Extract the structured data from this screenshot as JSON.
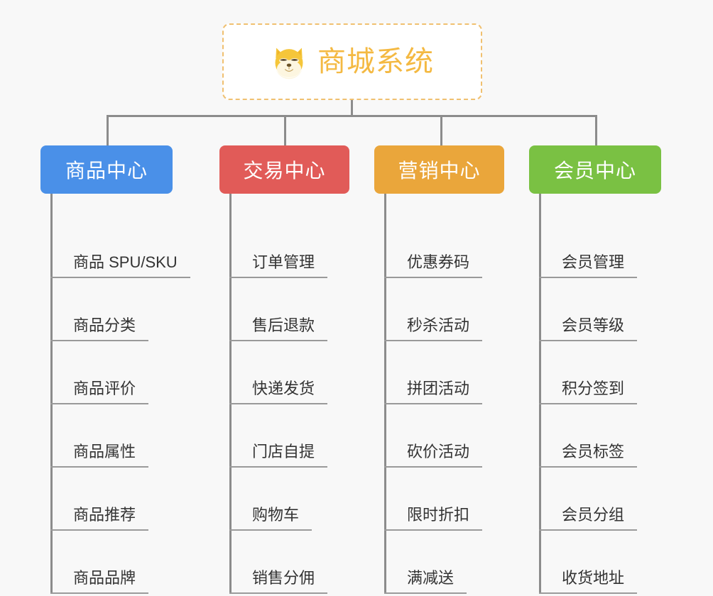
{
  "root": {
    "title": "商城系统",
    "icon": "shiba-dog-face-icon",
    "title_color": "#f4b942",
    "border_color": "#f0c070"
  },
  "canvas": {
    "background_color": "#f8f8f8",
    "connector_color": "#8c8c8c"
  },
  "columns": [
    {
      "label": "商品中心",
      "color": "#4a90e8",
      "items": [
        "商品 SPU/SKU",
        "商品分类",
        "商品评价",
        "商品属性",
        "商品推荐",
        "商品品牌"
      ]
    },
    {
      "label": "交易中心",
      "color": "#e15b58",
      "items": [
        "订单管理",
        "售后退款",
        "快递发货",
        "门店自提",
        "购物车",
        "销售分佣"
      ]
    },
    {
      "label": "营销中心",
      "color": "#eaa63b",
      "items": [
        "优惠券码",
        "秒杀活动",
        "拼团活动",
        "砍价活动",
        "限时折扣",
        "满减送"
      ]
    },
    {
      "label": "会员中心",
      "color": "#7ac143",
      "items": [
        "会员管理",
        "会员等级",
        "积分签到",
        "会员标签",
        "会员分组",
        "收货地址"
      ]
    }
  ]
}
